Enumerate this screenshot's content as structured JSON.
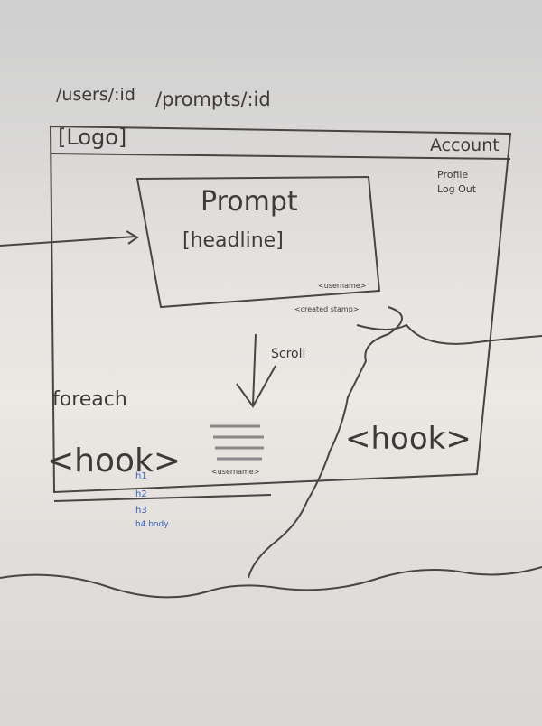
{
  "routes": {
    "users": "/users/:id",
    "prompts": "/prompts/:id"
  },
  "header": {
    "logo": "[Logo]",
    "account": "Account",
    "menu": [
      "Profile",
      "Log Out"
    ]
  },
  "prompt_box": {
    "title": "Prompt",
    "headline": "[headline]",
    "meta": [
      "<username>",
      "<created stamp>"
    ]
  },
  "scroll_note": "Scroll",
  "loop_label": "foreach",
  "hook_left": "<hook>",
  "hook_right": "<hook>",
  "stack_caption": "<username>",
  "heading_list": [
    "h1",
    "h2",
    "h3",
    "h4 body"
  ]
}
